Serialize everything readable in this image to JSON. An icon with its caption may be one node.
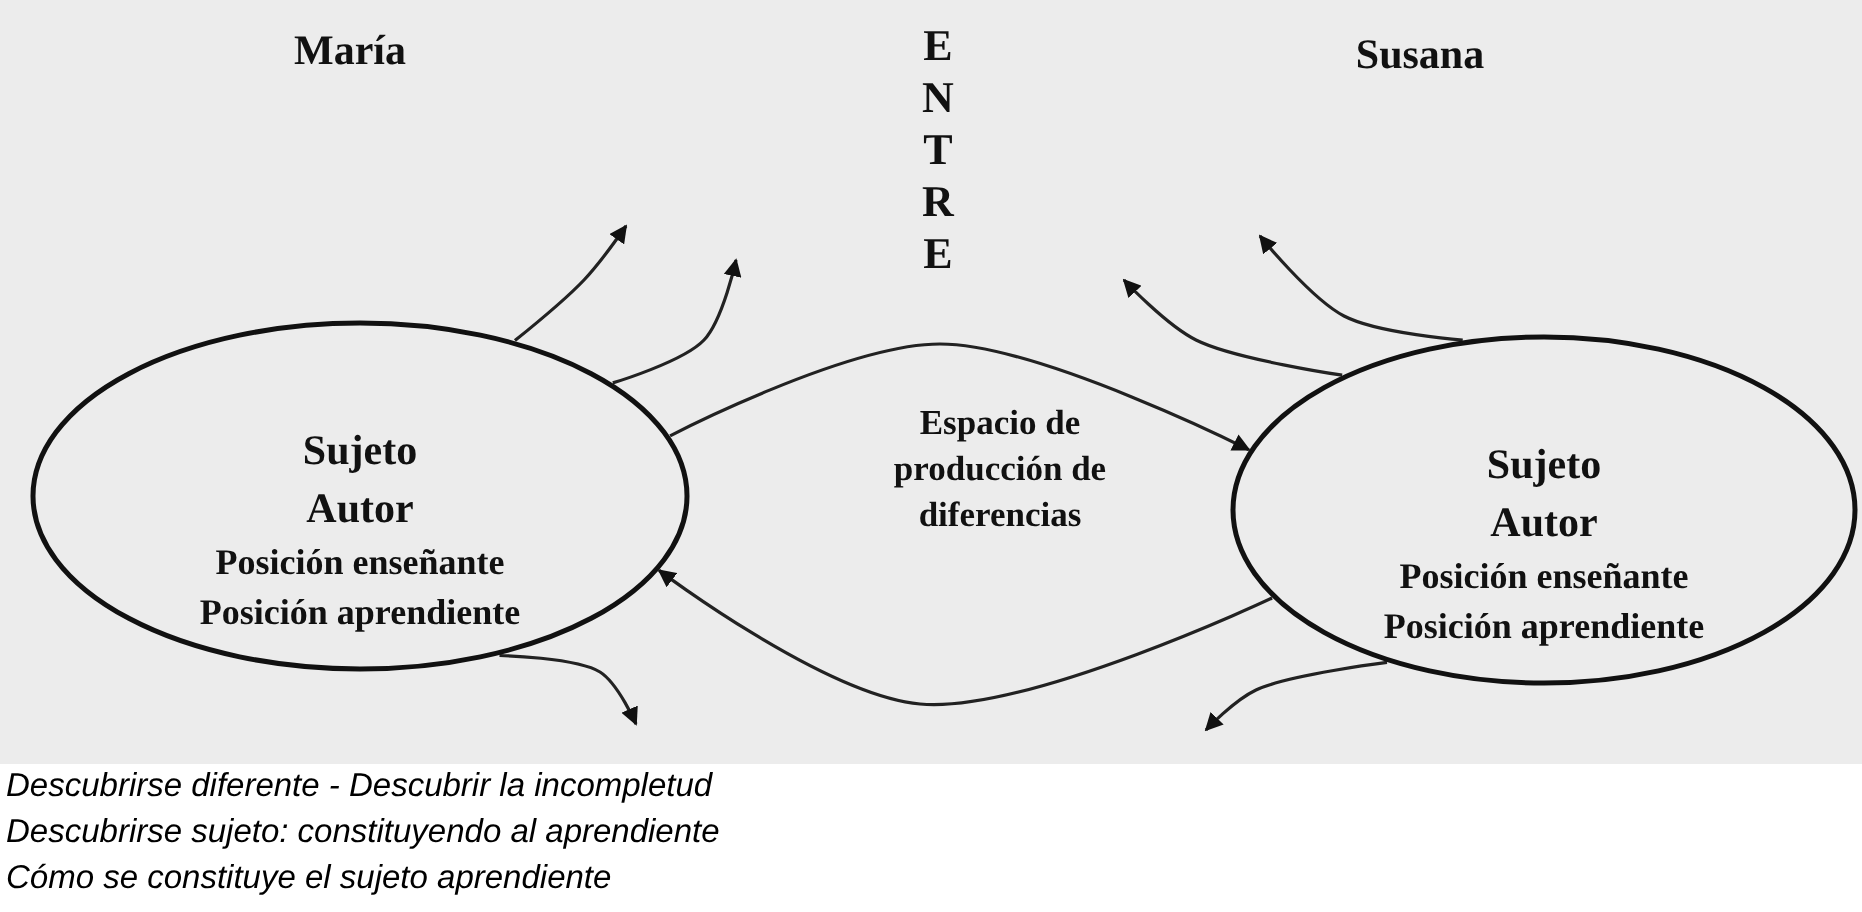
{
  "diagram": {
    "nodes": [
      {
        "text": [
          "María"
        ]
      },
      {
        "text": [
          "ENTRE"
        ]
      },
      {
        "text": [
          "Susana"
        ]
      },
      {
        "text": [
          "Sujeto",
          "Autor",
          "Posición enseñante",
          "Posición aprendiente"
        ]
      },
      {
        "text": [
          "Espacio de producción de diferencias"
        ]
      },
      {
        "text": [
          "Sujeto",
          "Autor",
          "Posición enseñante",
          "Posición aprendiente"
        ]
      }
    ],
    "edges": [
      {
        "from": 3,
        "to": null,
        "arrow": "to"
      },
      {
        "from": 3,
        "to": null,
        "arrow": "to"
      },
      {
        "from": 3,
        "to": 5,
        "arrow": "to"
      },
      {
        "from": 5,
        "to": 3,
        "arrow": "to"
      },
      {
        "from": 3,
        "to": null,
        "arrow": "to"
      },
      {
        "from": 5,
        "to": null,
        "arrow": "to"
      },
      {
        "from": 5,
        "to": null,
        "arrow": "to"
      },
      {
        "from": 5,
        "to": null,
        "arrow": "to"
      }
    ],
    "labels": [
      "Descubrirse diferente - Descubrir la incompletud",
      "Descubrirse sujeto: constituyendo al aprendiente",
      "Cómo se constituye el sujeto aprendiente"
    ]
  }
}
